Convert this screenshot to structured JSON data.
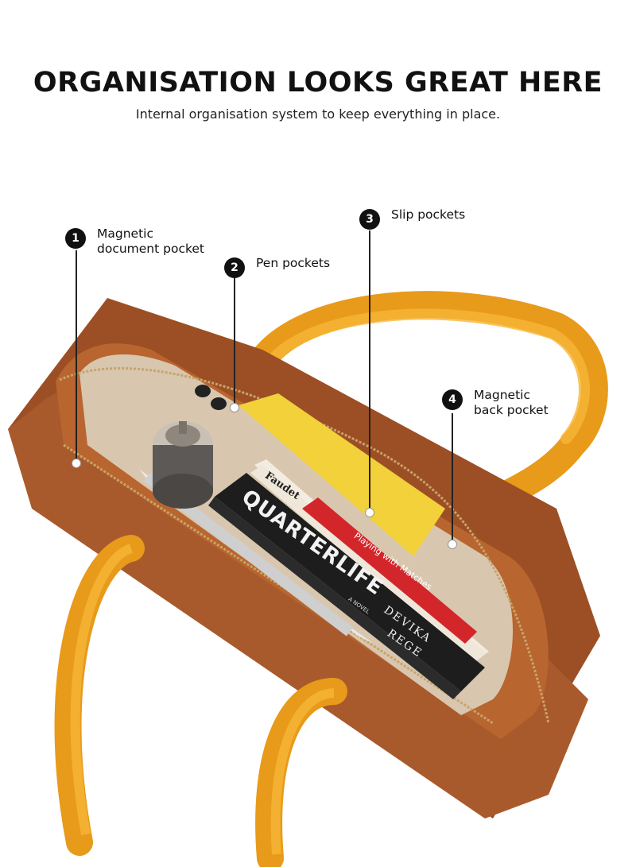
{
  "title": "ORGANISATION LOOKS GREAT HERE",
  "subtitle": "Internal organisation system to keep everything in place.",
  "callouts": [
    {
      "number": "1",
      "label": "Magnetic\ndocument pocket"
    },
    {
      "number": "2",
      "label": "Pen pockets"
    },
    {
      "number": "3",
      "label": "Slip pockets"
    },
    {
      "number": "4",
      "label": "Magnetic\nback pocket"
    }
  ],
  "books": {
    "red_book_author": "Faudet",
    "red_book_title": "Playing with Matches",
    "black_book_title": "QUARTERLIFE",
    "black_book_tag": "A NOVEL",
    "black_book_author_1": "DEVIKA",
    "black_book_author_2": "REGE"
  },
  "colors": {
    "leather": "#a95a2c",
    "strap": "#f0a820",
    "lining": "#d8c6ae",
    "badge": "#111111"
  }
}
